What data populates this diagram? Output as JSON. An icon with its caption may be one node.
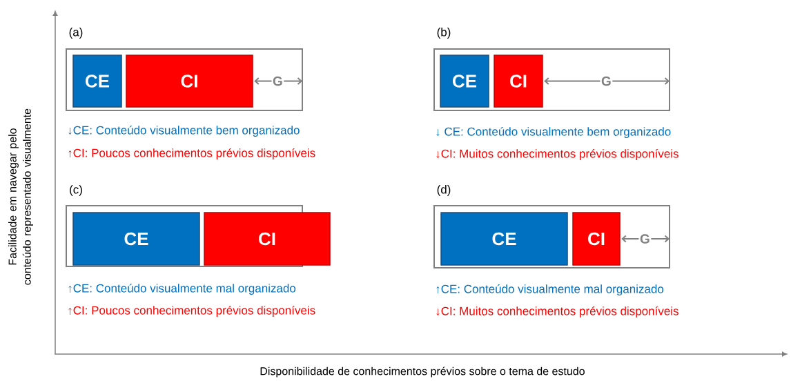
{
  "diagram": {
    "nodes": [
      {
        "text": [
          "(a)"
        ],
        "beside": [
          "↓CE: Conteúdo visualmente bem organizado",
          "↑CI: Poucos conhecimentos prévios disponíveis"
        ]
      },
      {
        "text": [
          "CE"
        ],
        "in": 0
      },
      {
        "text": [
          "CI"
        ],
        "in": 0
      },
      {
        "text": [
          "(b)"
        ],
        "beside": [
          "↓ CE: Conteúdo visualmente bem organizado",
          "↓CI: Muitos conhecimentos prévios disponíveis"
        ]
      },
      {
        "text": [
          "CE"
        ],
        "in": 3
      },
      {
        "text": [
          "CI"
        ],
        "in": 3
      },
      {
        "text": [
          "(c)"
        ],
        "beside": [
          "↑CE: Conteúdo visualmente mal organizado",
          "↑CI: Poucos conhecimentos prévios disponíveis"
        ]
      },
      {
        "text": [
          "CE"
        ],
        "in": 6
      },
      {
        "text": [
          "CI"
        ]
      },
      {
        "text": [
          "(d)"
        ],
        "beside": [
          "↑CE: Conteúdo visualmente mal organizado",
          "↓CI: Muitos conhecimentos prévios disponíveis"
        ]
      },
      {
        "text": [
          "CE"
        ],
        "in": 9
      },
      {
        "text": [
          "CI"
        ],
        "in": 9
      }
    ],
    "edges": [
      {
        "from": 2,
        "to": 0,
        "arrow": "both",
        "label": "G"
      },
      {
        "from": 5,
        "to": 3,
        "arrow": "both",
        "label": "G"
      },
      {
        "from": 11,
        "to": 9,
        "arrow": "both",
        "label": "G"
      }
    ],
    "labels": [
      "Facilidade em navegar pelo conteúdo representado visualmente",
      "Disponibilidade de conhecimentos prévios sobre o tema de estudo"
    ]
  }
}
